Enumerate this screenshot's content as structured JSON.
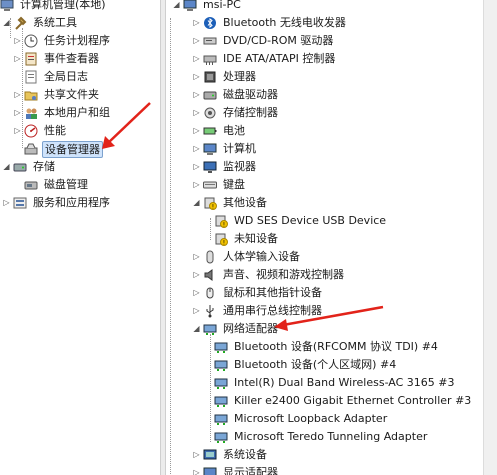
{
  "left_tree": {
    "root": "计算机管理(本地)",
    "system_tools": "系统工具",
    "task_scheduler": "任务计划程序",
    "event_viewer": "事件查看器",
    "global_log": "全局日志",
    "shared_folders": "共享文件夹",
    "local_users": "本地用户和组",
    "performance": "性能",
    "device_manager": "设备管理器",
    "storage": "存储",
    "disk_management": "磁盘管理",
    "services_apps": "服务和应用程序"
  },
  "right_tree": {
    "computer": "msi-PC",
    "categories": [
      {
        "label": "Bluetooth 无线电收发器",
        "icon": "bluetooth-icon"
      },
      {
        "label": "DVD/CD-ROM 驱动器",
        "icon": "dvd-drive-icon"
      },
      {
        "label": "IDE ATA/ATAPI 控制器",
        "icon": "ide-controller-icon"
      },
      {
        "label": "处理器",
        "icon": "processor-icon"
      },
      {
        "label": "磁盘驱动器",
        "icon": "disk-drive-icon"
      },
      {
        "label": "存储控制器",
        "icon": "storage-controller-icon"
      },
      {
        "label": "电池",
        "icon": "battery-icon"
      },
      {
        "label": "计算机",
        "icon": "computer-icon"
      },
      {
        "label": "监视器",
        "icon": "monitor-icon"
      },
      {
        "label": "键盘",
        "icon": "keyboard-icon"
      }
    ],
    "other_devices": "其他设备",
    "other_children": [
      "WD SES Device USB Device",
      "未知设备"
    ],
    "categories2": [
      {
        "label": "人体学输入设备",
        "icon": "hid-icon"
      },
      {
        "label": "声音、视频和游戏控制器",
        "icon": "sound-icon"
      },
      {
        "label": "鼠标和其他指针设备",
        "icon": "mouse-icon"
      },
      {
        "label": "通用串行总线控制器",
        "icon": "usb-icon"
      }
    ],
    "network_adapters": "网络适配器",
    "network_children": [
      "Bluetooth 设备(RFCOMM 协议 TDI) #4",
      "Bluetooth 设备(个人区域网) #4",
      "Intel(R) Dual Band Wireless-AC 3165 #3",
      "Killer e2400 Gigabit Ethernet Controller #3",
      "Microsoft Loopback Adapter",
      "Microsoft Teredo Tunneling Adapter"
    ],
    "system_devices": "系统设备",
    "display_adapters": "显示适配器"
  },
  "colors": {
    "highlight_arrow": "#e2231a",
    "selection": "#cfe3fb"
  }
}
